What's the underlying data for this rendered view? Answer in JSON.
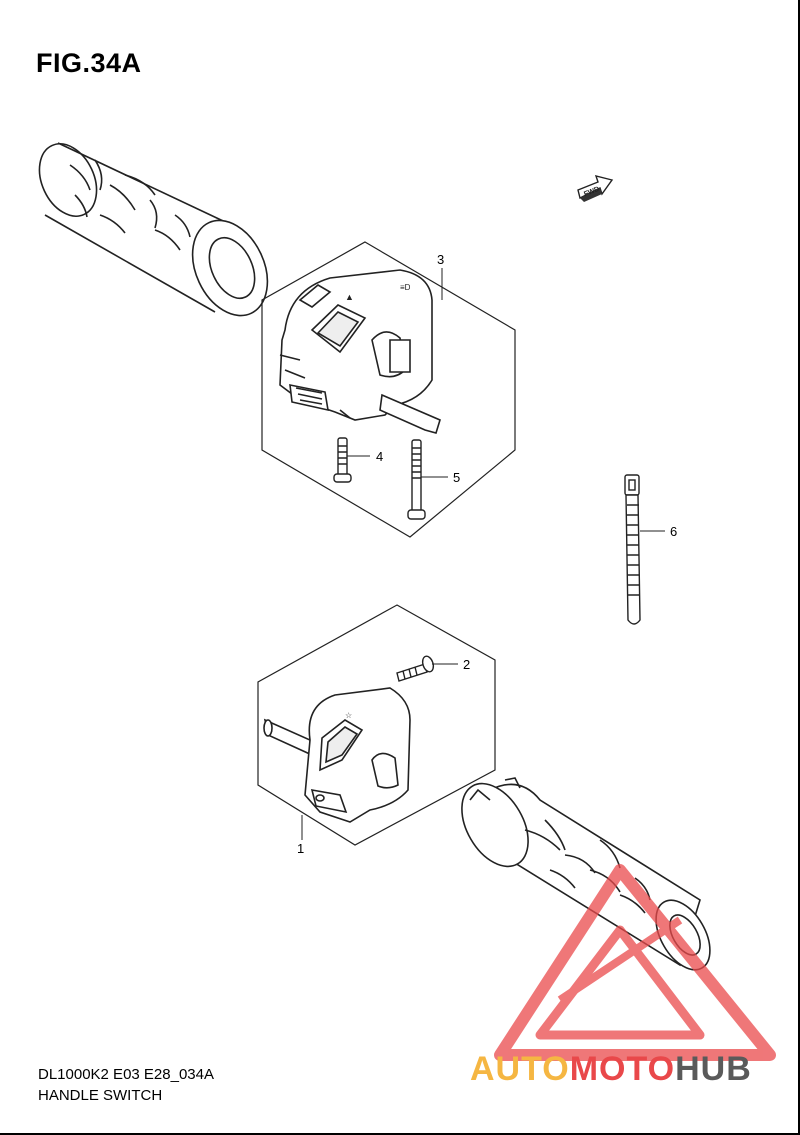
{
  "figure": {
    "title": "FIG.34A",
    "fwd_label": "FWD"
  },
  "callouts": [
    {
      "id": "1",
      "label": "1"
    },
    {
      "id": "2",
      "label": "2"
    },
    {
      "id": "3",
      "label": "3"
    },
    {
      "id": "4",
      "label": "4"
    },
    {
      "id": "5",
      "label": "5"
    },
    {
      "id": "6",
      "label": "6"
    }
  ],
  "footer": {
    "model_code": "DL1000K2 E03 E28_034A",
    "section_name": "HANDLE SWITCH"
  },
  "watermark": {
    "brand_part1": "AUTO",
    "brand_part2": "MOTO",
    "brand_part3": "HUB",
    "colors": {
      "auto": "#f5b642",
      "moto": "#e9484a",
      "hub": "#5a5a5a",
      "triangle": "#ea4a4c"
    }
  }
}
